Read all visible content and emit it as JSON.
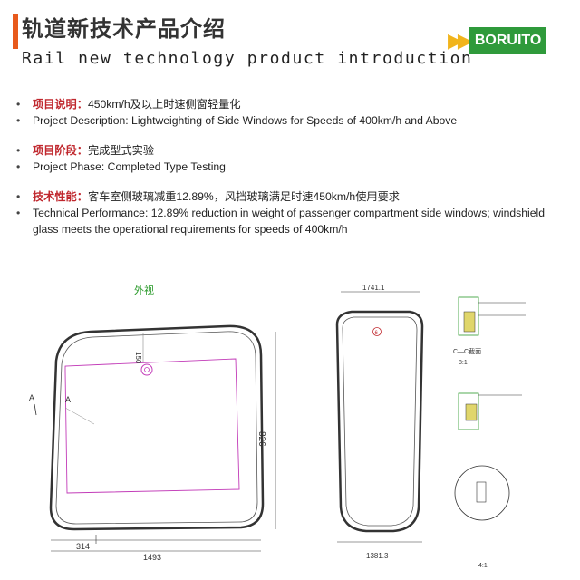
{
  "header": {
    "title_cn": "轨道新技术产品介绍",
    "title_en": "Rail new technology product introduction",
    "logo_text": "BORUITO",
    "logo_arrows": "▶▶",
    "accent_color": "#e85a1c",
    "logo_color": "#2f9a3b"
  },
  "items": [
    {
      "label": "项目说明：",
      "value": "450km/h及以上时速侧窗轻量化",
      "en": "Project Description: Lightweighting of Side Windows for Speeds of 400km/h and Above"
    },
    {
      "label": "项目阶段：",
      "value": "完成型式实验",
      "en": "Project Phase: Completed Type Testing"
    },
    {
      "label": "技术性能：",
      "value": "客车室侧玻璃减重12.89%，风挡玻璃满足时速450km/h使用要求",
      "en": "Technical Performance: 12.89% reduction in weight of passenger compartment side windows; windshield glass meets the operational requirements for speeds of 400km/h"
    }
  ],
  "drawing": {
    "left_title": "外视",
    "dim_width": "1493",
    "dim_offset": "314",
    "dim_height": "826",
    "dim_top": "150",
    "section_mark": "A",
    "right_top_dim": "1741.1",
    "right_bottom_dim": "1381.3",
    "detail_c": "C—C截面",
    "detail_c_scale": "8:1",
    "detail_b_scale": "4:1",
    "center_mark": "6"
  }
}
